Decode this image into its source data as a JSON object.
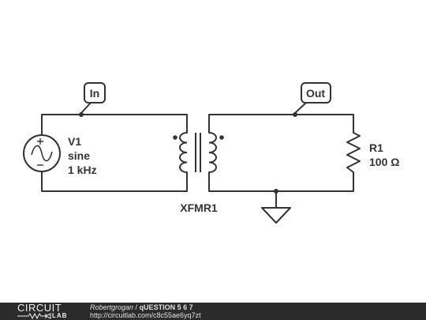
{
  "schematic": {
    "labels": {
      "in": "In",
      "out": "Out",
      "v1_name": "V1",
      "v1_type": "sine",
      "v1_freq": "1 kHz",
      "xfmr": "XFMR1",
      "r1_name": "R1",
      "r1_value": "100 Ω"
    },
    "colors": {
      "wire": "#333333",
      "background": "#ffffff"
    }
  },
  "footer": {
    "logo_top": "CIRCUIT",
    "logo_bottom": "LAB",
    "author": "Robertgrogan",
    "separator": " / ",
    "title": "qUESTION 5 6 7",
    "url": "http://circuitlab.com/c8c55ae6yq7zt",
    "background": "#2b2b2b"
  }
}
